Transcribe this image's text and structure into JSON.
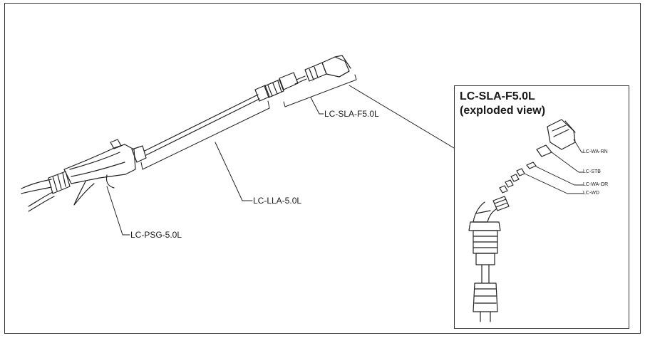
{
  "labels": {
    "gun": "LC-PSG-5.0L",
    "lance": "LC-LLA-5.0L",
    "nozzle": "LC-SLA-F5.0L"
  },
  "inset": {
    "title_line1": "LC-SLA-F5.0L",
    "title_line2": "(exploded view)",
    "parts": [
      "LC-WA-RN",
      "LC-STB",
      "LC-WA-OR",
      "LC-WD"
    ]
  }
}
